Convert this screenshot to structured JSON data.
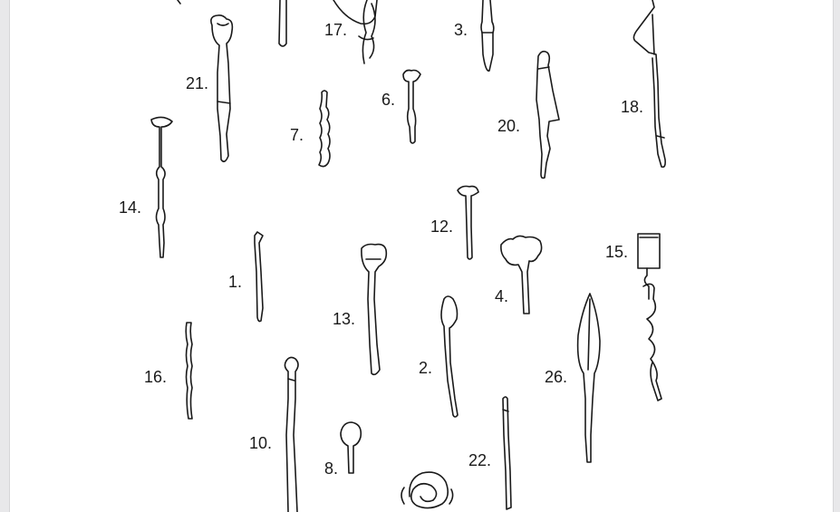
{
  "figure": {
    "labels": [
      "17.",
      "3.",
      "21.",
      "6.",
      "7.",
      "20.",
      "18.",
      "14.",
      "12.",
      "15.",
      "1.",
      "13.",
      "4.",
      "16.",
      "2.",
      "26.",
      "10.",
      "8.",
      "22."
    ]
  },
  "colors": {
    "ink": "#1a1a1a",
    "paper": "#ffffff",
    "margin": "#e8e8ea"
  }
}
